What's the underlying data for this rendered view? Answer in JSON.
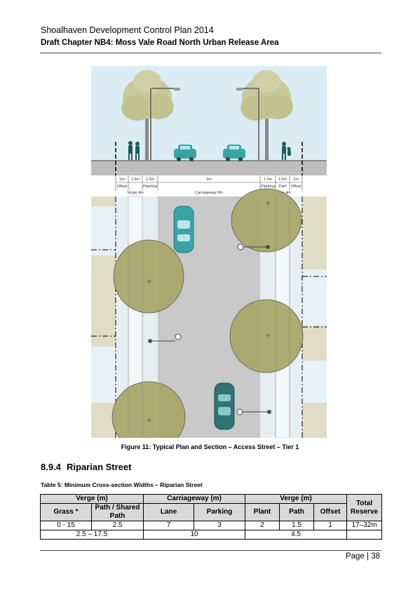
{
  "header": {
    "doc_title": "Shoalhaven Development Control Plan 2014",
    "chapter_title": "Draft Chapter NB4: Moss Vale Road North Urban Release Area"
  },
  "figure": {
    "caption": "Figure 11: Typical Plan and Section – Access Street – Tier 1",
    "dims": [
      "1m",
      "1.5m",
      "1.5m",
      "9m",
      "1.5m",
      "1.5m",
      "1m"
    ],
    "dim_labels": {
      "offset_left": "Offset",
      "planting_left": "Planting",
      "verge_left": "Verge 4m",
      "carriageway": "Carriageway 9m",
      "planting_right": "Planting",
      "path_right": "Path",
      "offset_right": "Offset",
      "verge_right": "Verge 4m"
    }
  },
  "section": {
    "number": "8.9.4",
    "title": "Riparian Street"
  },
  "table": {
    "caption": "Table 5: Minimum Cross-section Widths – Riparian Street",
    "groups": [
      "Verge (m)",
      "Carriageway (m)",
      "Verge (m)",
      "Total Reserve"
    ],
    "columns": [
      "Grass *",
      "Path / Shared Path",
      "Lane",
      "Parking",
      "Plant",
      "Path",
      "Offset"
    ],
    "row1": [
      "0 - 15",
      "2.5",
      "7",
      "3",
      "2",
      "1.5",
      "1",
      "17–32m"
    ],
    "row2": [
      "2.5 – 17.5",
      "10",
      "4.5"
    ]
  },
  "footer": {
    "page_label": "Page | 38"
  }
}
